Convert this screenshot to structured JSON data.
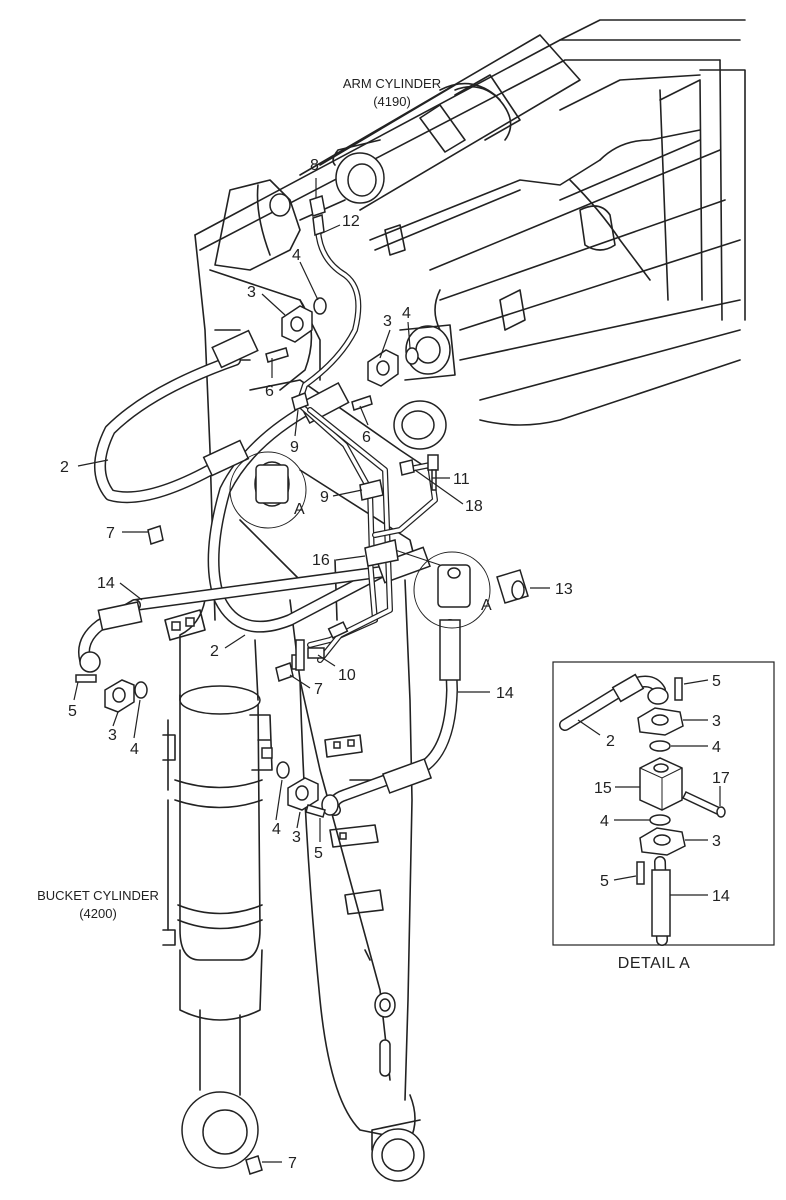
{
  "titles": {
    "arm_cylinder": "ARM CYLINDER",
    "arm_cylinder_code": "(4190)",
    "bucket_cylinder": "BUCKET CYLINDER",
    "bucket_cylinder_code": "(4200)",
    "detail": "DETAIL  A"
  },
  "callouts": {
    "c8": "8",
    "c12": "12",
    "c4a": "4",
    "c3a": "3",
    "c3b": "3",
    "c4b": "4",
    "c6a": "6",
    "c6b": "6",
    "c2a": "2",
    "c9a": "9",
    "c11": "11",
    "c9b": "9",
    "c18": "18",
    "c7a": "7",
    "cAa": "A",
    "c16": "16",
    "c14a": "14",
    "c13": "13",
    "cAb": "A",
    "c2b": "2",
    "c10": "10",
    "c7b": "7",
    "c14b": "14",
    "c5a": "5",
    "c3c": "3",
    "c4c": "4",
    "c4d": "4",
    "c3d": "3",
    "c5b": "5",
    "c7c": "7"
  },
  "detail_callouts": {
    "d5a": "5",
    "d3a": "3",
    "d2": "2",
    "d4a": "4",
    "d15": "15",
    "d17": "17",
    "d4b": "4",
    "d3b": "3",
    "d5b": "5",
    "d14": "14"
  }
}
